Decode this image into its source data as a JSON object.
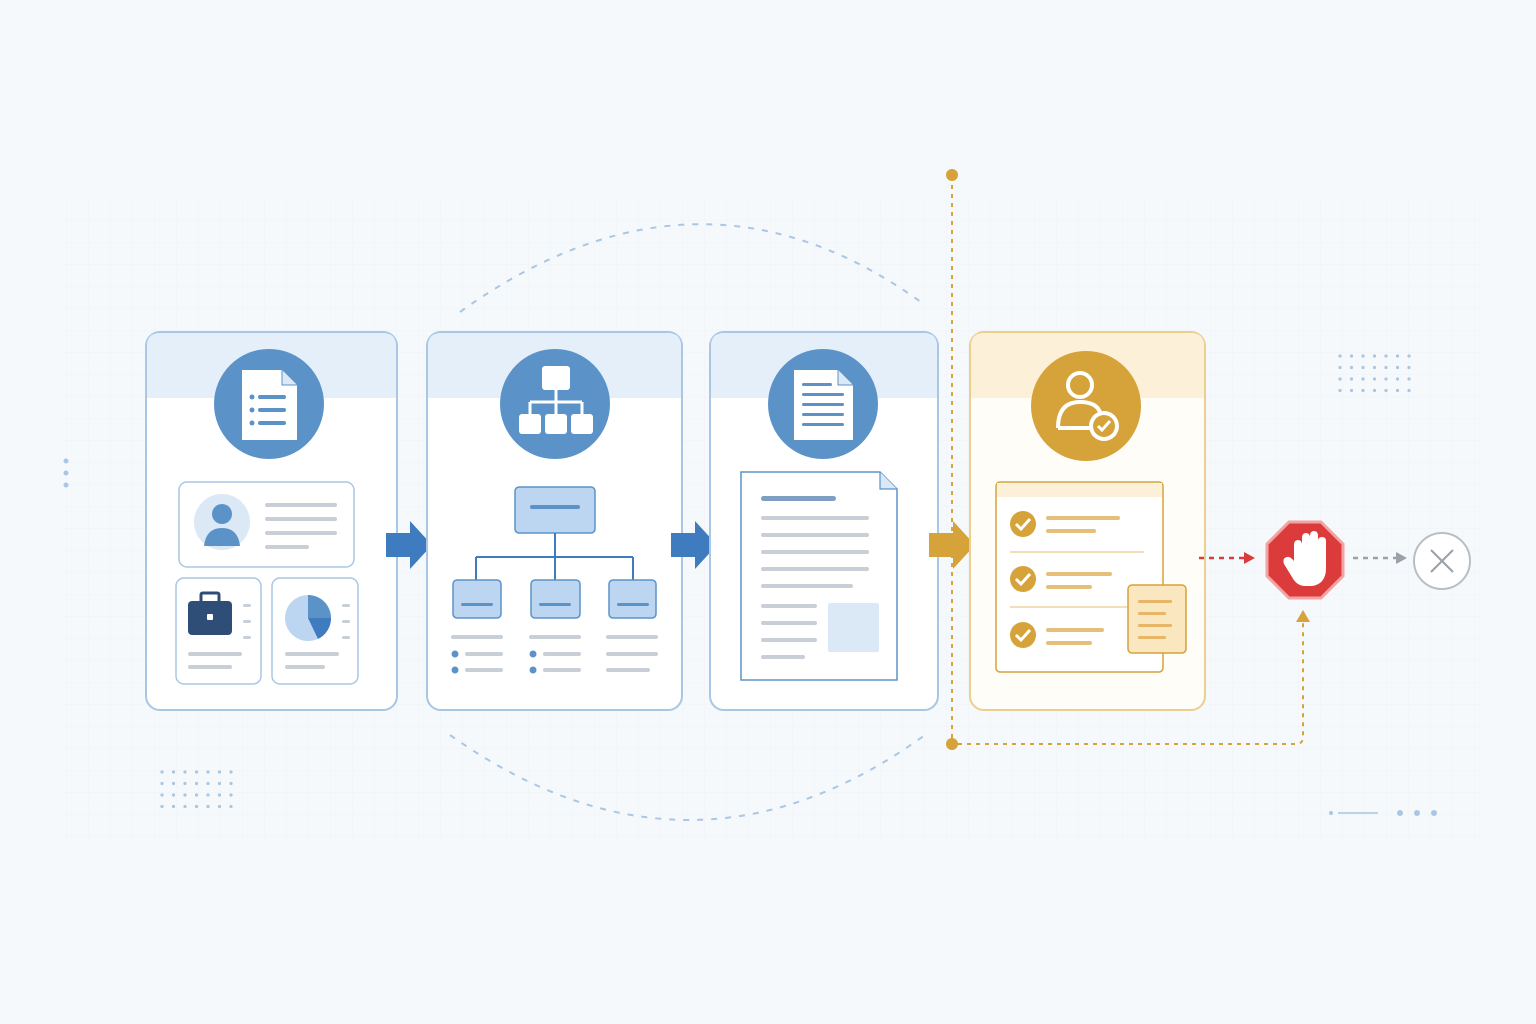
{
  "diagram": {
    "description_free": true,
    "stages": [
      {
        "icon": "document-list-icon",
        "content": "profile-card-briefcase-piechart",
        "theme": "blue"
      },
      {
        "icon": "org-chart-icon",
        "content": "hierarchy-tree",
        "theme": "blue"
      },
      {
        "icon": "document-icon",
        "content": "text-page",
        "theme": "blue"
      },
      {
        "icon": "user-check-icon",
        "content": "checklist",
        "theme": "gold"
      }
    ],
    "end_icons": [
      "stop-hand-icon",
      "close-circle-icon"
    ],
    "colors": {
      "background": "#f6f9fb",
      "blue_accent": "#5b93c9",
      "blue_dark": "#3f7bbf",
      "blue_border": "#a9c6e4",
      "blue_header": "#e4effa",
      "blue_fill": "#bcd5f0",
      "gold_accent": "#d6a23a",
      "gold_border": "#eccf8f",
      "gold_header": "#fdf0d8",
      "stop_red": "#dc3b3b",
      "gray_line": "#c9cfd6",
      "close_gray": "#9aa1a8"
    }
  }
}
